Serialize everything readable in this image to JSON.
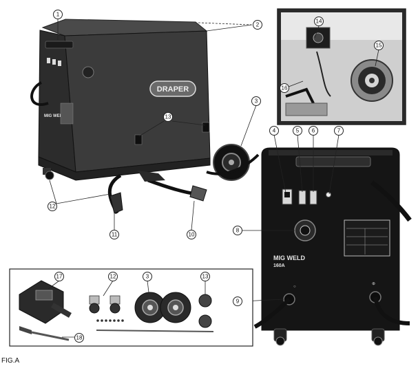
{
  "figure": {
    "caption": "FIG.A",
    "brand_label": "DRAPER",
    "panel_label_line1": "MIG WELD",
    "panel_label_line2": "160A",
    "side_label": "MIG WELD"
  },
  "callouts": [
    "1",
    "2",
    "3",
    "4",
    "5",
    "6",
    "7",
    "8",
    "9",
    "10",
    "11",
    "12",
    "13",
    "14",
    "15",
    "16",
    "17",
    "12",
    "3",
    "13",
    "18"
  ]
}
